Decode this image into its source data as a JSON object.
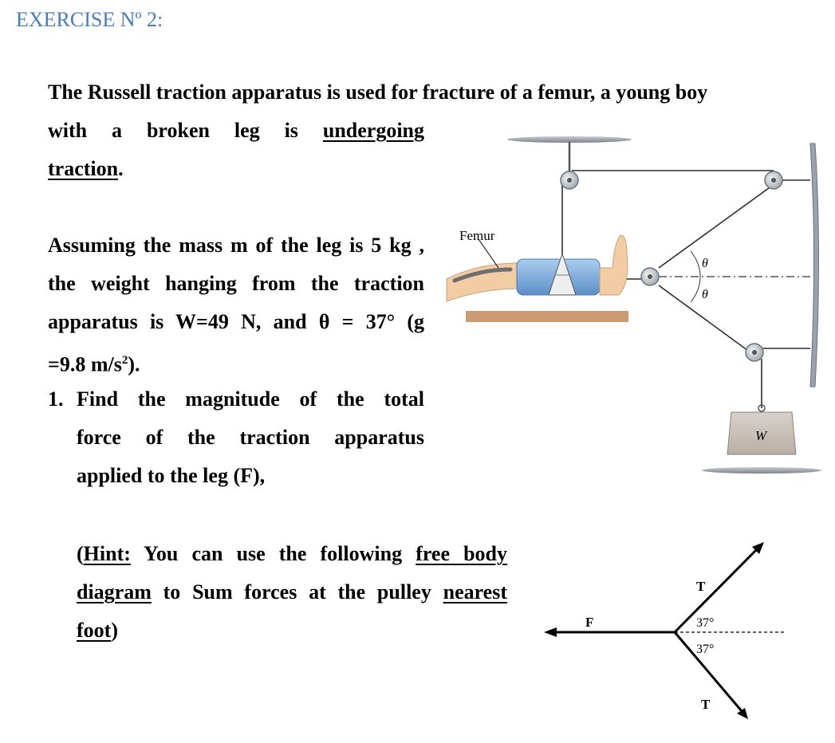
{
  "heading": "EXERCISE Nº 2:",
  "intro": {
    "line1": "The Russell traction apparatus is used for fracture of a femur, a young boy",
    "line2_pre": "with a broken leg is",
    "line2_link": "undergoing",
    "line3_link": "traction",
    "line3_post": "."
  },
  "assumptions": {
    "line1": "Assuming the mass m of the leg is 5 kg ,",
    "line2": "the weight hanging from the traction",
    "line3_pre": "apparatus is W=49 N, and",
    "line3_theta": "θ = 37° (g",
    "line4_pre": "=9.8 m/s",
    "line4_sup": "2",
    "line4_post": ")."
  },
  "question": {
    "number": "1.",
    "line1": "Find the magnitude of the total",
    "line2": "force of the traction apparatus",
    "line3": "applied to the leg (F),"
  },
  "hint": {
    "open": "(",
    "hint_word": "Hint:",
    "text1": " You can use the following ",
    "free_body": "free body",
    "diagram": "diagram",
    "text2": " to Sum forces at the pulley ",
    "nearest": "nearest",
    "foot": "foot",
    "close": ")"
  },
  "figure": {
    "femur_label": "Femur",
    "theta_top": "θ",
    "theta_bottom": "θ",
    "weight_label": "W"
  },
  "fbd": {
    "label_F": "F",
    "label_T_top": "T",
    "label_T_bottom": "T",
    "angle_top": "37°",
    "angle_bottom": "37°"
  }
}
